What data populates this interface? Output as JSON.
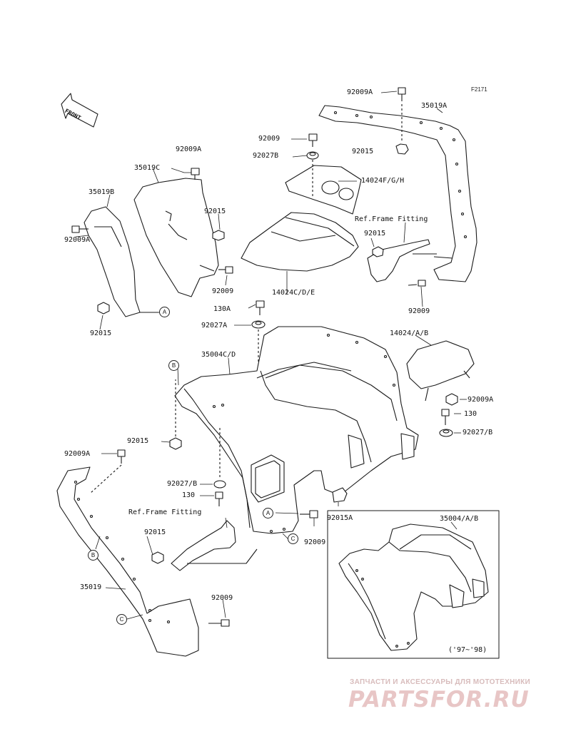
{
  "figure_id": "F2171",
  "front_label": "FRONT",
  "labels": {
    "p92009A_top": "92009A",
    "p35019A": "35019A",
    "p92009_a": "92009",
    "p92027B": "92027B",
    "p92015_r": "92015",
    "p14024FGH": "14024F/G/H",
    "p92009A_c": "92009A",
    "p35019C": "35019C",
    "p35019B": "35019B",
    "p92015_c": "92015",
    "p92009A_l": "92009A",
    "p92009_c": "92009",
    "ref_frame_1": "Ref.Frame Fitting",
    "p92015_rr": "92015",
    "p14024CDE": "14024C/D/E",
    "p92009_r": "92009",
    "p130A": "130A",
    "p92015_l": "92015",
    "p92027A": "92027A",
    "p14024AB": "14024/A/B",
    "p35004CD": "35004C/D",
    "p92009A_rm": "92009A",
    "p130_r": "130",
    "p92027B_r": "92027/B",
    "p92015_m": "92015",
    "p92009A_lb": "92009A",
    "p92027B_m": "92027/B",
    "p130_m": "130",
    "ref_frame_2": "Ref.Frame Fitting",
    "p92015A": "92015A",
    "p92015_lb": "92015",
    "p92009_m": "92009",
    "p35019": "35019",
    "p92009_b": "92009",
    "p35004AB": "35004/A/B",
    "years": "('97~'98)"
  },
  "circle_refs": {
    "A1": "A",
    "A2": "A",
    "B1": "B",
    "B2": "B",
    "C1": "C",
    "C2": "C"
  },
  "watermark": {
    "line1": "ЗАПЧАСТИ И АКСЕССУАРЫ ДЛЯ МОТОТЕХНИКИ",
    "line2": "PARTSFOR.RU"
  }
}
